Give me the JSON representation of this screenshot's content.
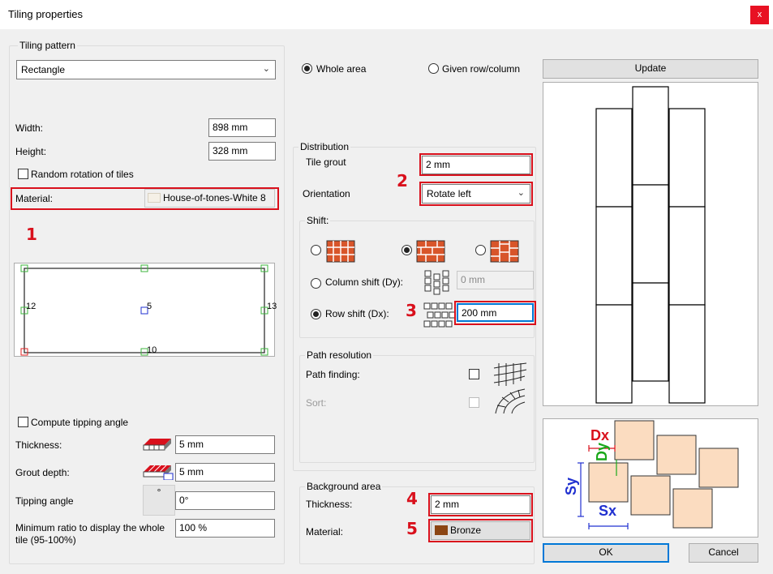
{
  "window": {
    "title": "Tiling properties",
    "close_glyph": "x"
  },
  "tiling_pattern": {
    "group_label": "Tiling pattern",
    "pattern_value": "Rectangle",
    "width_label": "Width:",
    "width_value": "898 mm",
    "height_label": "Height:",
    "height_value": "328 mm",
    "random_rotation_label": "Random rotation of tiles",
    "material_label": "Material:",
    "material_value": "House-of-tones-White 8",
    "node_labels": [
      "12",
      "5",
      "13",
      "10"
    ]
  },
  "tipping": {
    "compute_label": "Compute tipping angle",
    "thickness_label": "Thickness:",
    "thickness_value": "5 mm",
    "grout_depth_label": "Grout depth:",
    "grout_depth_value": "5 mm",
    "tipping_angle_label": "Tipping angle",
    "tipping_angle_value": "0°",
    "angle_button_glyph": "°",
    "min_ratio_label_1": "Minimum ratio to display the whole",
    "min_ratio_label_2": "tile (95-100%)",
    "min_ratio_value": "100 %"
  },
  "area_mode": {
    "whole_area": "Whole area",
    "given_row_column": "Given row/column"
  },
  "distribution": {
    "group_label": "Distribution",
    "tile_grout_label": "Tile grout",
    "tile_grout_value": "2 mm",
    "orientation_label": "Orientation",
    "orientation_value": "Rotate left",
    "shift_label": "Shift:",
    "column_shift_label": "Column shift (Dy):",
    "column_shift_value": "0 mm",
    "row_shift_label": "Row shift (Dx):",
    "row_shift_value": "200 mm"
  },
  "path_resolution": {
    "group_label": "Path resolution",
    "path_finding_label": "Path finding:",
    "sort_label": "Sort:"
  },
  "background_area": {
    "group_label": "Background area",
    "thickness_label": "Thickness:",
    "thickness_value": "2 mm",
    "material_label": "Material:",
    "material_value": "Bronze"
  },
  "preview": {
    "update_button": "Update"
  },
  "legend": {
    "dx": "Dx",
    "dy": "Dy",
    "sy": "Sy",
    "sx": "Sx"
  },
  "annotations": {
    "n1": "1",
    "n2": "2",
    "n3": "3",
    "n4": "4",
    "n5": "5"
  },
  "footer": {
    "ok": "OK",
    "cancel": "Cancel"
  },
  "colors": {
    "accent": "#0078d7",
    "annotation_red": "#d9101c",
    "tile": "#fbdcc0",
    "brick": "#d8552a",
    "bronze": "#8b4513"
  }
}
